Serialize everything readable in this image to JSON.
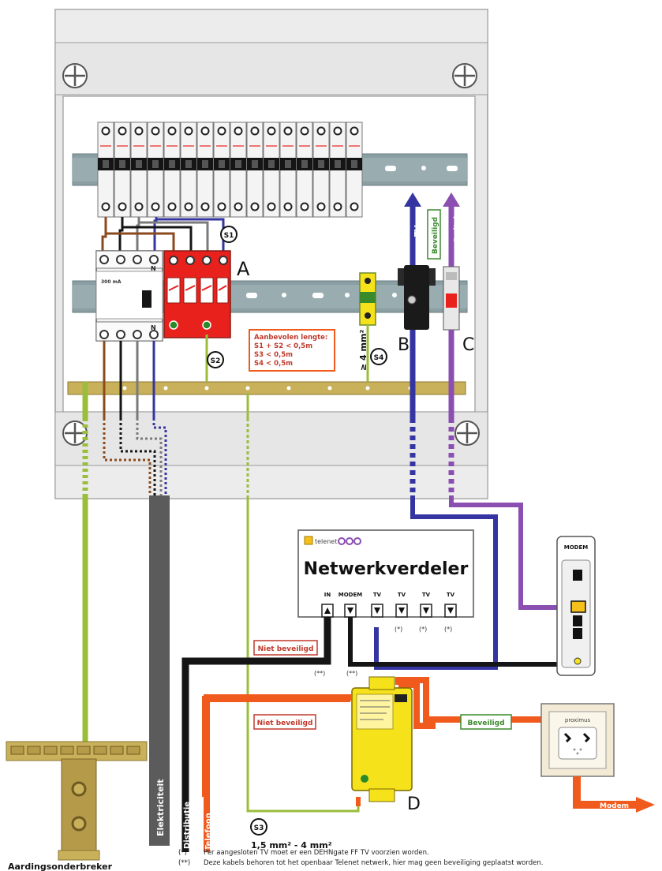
{
  "colors": {
    "cabinet": "#e8e8e8",
    "rail": "#8a9fa3",
    "arrester_red": "#e8211d",
    "earth_green": "#9bbd3c",
    "earth_bar": "#c9b15b",
    "earth_brown": "#b59a4a",
    "tv_blue": "#3535a2",
    "switch_purple": "#8a4fb0",
    "phone_orange": "#f05a1c",
    "device_yellow": "#f6e21b",
    "label_red": "#c0392b",
    "label_green": "#3a8a2c",
    "cable_black": "#151515",
    "cable_grey": "#5b5b5b"
  },
  "labels": {
    "A": "A",
    "B": "B",
    "C": "C",
    "D": "D",
    "s1": "S1",
    "s2": "S2",
    "s3": "S3",
    "s4": "S4",
    "rcd_rating": "300 mA",
    "n_top": "N",
    "n_bottom": "N",
    "cross_section": "≥ 4 mm²",
    "cable_range": "1,5 mm² - 4 mm²",
    "earth_breaker": "Aardingsonderbreker",
    "elektriciteit": "Elektriciteit",
    "distributie": "Distributie",
    "telefoon": "Telefoon",
    "tv_cable": "TV",
    "switch_cable": "Switch",
    "modem_arrow": "Modem"
  },
  "recommend_box": {
    "title": "Aanbevolen lengte:",
    "line1": "S1 + S2 < 0,5m",
    "line2": "S3 < 0,5m",
    "line3": "S4 < 0,5m"
  },
  "tags": {
    "beveiligd_top": "Beveiligd",
    "niet_beveiligd_1": "Niet beveiligd",
    "niet_beveiligd_2": "Niet beveiligd",
    "beveiligd_phone": "Beveiligd"
  },
  "splitter": {
    "brand": "telenet",
    "title": "Netwerkverdeler",
    "ports": [
      "IN",
      "MODEM",
      "TV",
      "TV",
      "TV",
      "TV"
    ],
    "star_1": "(*)",
    "star_2": "(*)",
    "star_3": "(*)",
    "dstar_1": "(**)",
    "dstar_2": "(**)"
  },
  "modem": {
    "label": "MODEM"
  },
  "phone_socket": {
    "label": "proximus"
  },
  "footnotes": {
    "marker1": "(*)",
    "text1": "Per aangesloten TV moet er een DEHNgate FF TV voorzien worden.",
    "marker2": "(**)",
    "text2": "Deze kabels behoren tot het openbaar Telenet netwerk, hier mag geen beveiliging geplaatst worden."
  }
}
